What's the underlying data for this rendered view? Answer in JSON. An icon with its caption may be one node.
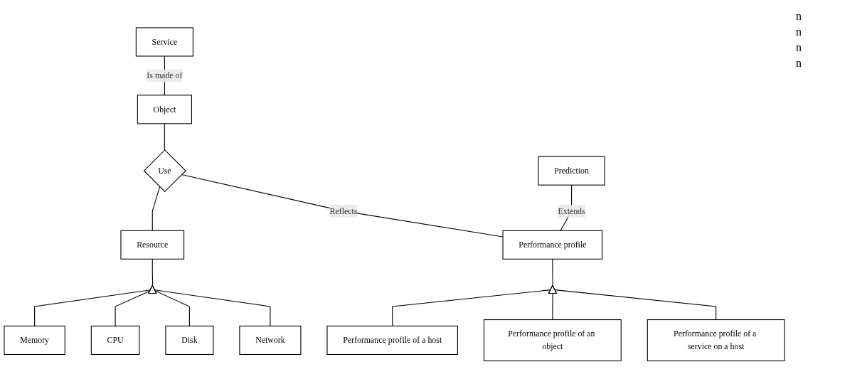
{
  "diagram": {
    "nodes": [
      {
        "text": [
          "Service"
        ]
      },
      {
        "text": [
          "Object"
        ]
      },
      {
        "text": [
          "Use"
        ]
      },
      {
        "text": [
          "Resource"
        ]
      },
      {
        "text": [
          "Prediction"
        ]
      },
      {
        "text": [
          "Performance profile"
        ]
      },
      {
        "text": [
          "Memory"
        ]
      },
      {
        "text": [
          "CPU"
        ]
      },
      {
        "text": [
          "Disk"
        ]
      },
      {
        "text": [
          "Network"
        ]
      },
      {
        "text": [
          "Performance profile of a host"
        ]
      },
      {
        "text": [
          "Performance profile of an object"
        ]
      },
      {
        "text": [
          "Performance profile of a service on a host"
        ]
      },
      {
        "text": [],
        "shape": "triangle"
      },
      {
        "text": [],
        "shape": "triangle"
      }
    ],
    "edges": [
      {
        "from": 0,
        "to": 1,
        "arrow": "none",
        "label": "Is made of"
      },
      {
        "from": 1,
        "to": 2,
        "arrow": "none"
      },
      {
        "from": 2,
        "to": 3,
        "arrow": "none"
      },
      {
        "from": 2,
        "to": 5,
        "arrow": "none",
        "label": "Reflects"
      },
      {
        "from": 4,
        "to": 5,
        "arrow": "none",
        "label": "Extends"
      },
      {
        "from": 3,
        "to": 13,
        "arrow": "none"
      },
      {
        "from": 13,
        "to": 6,
        "arrow": "none"
      },
      {
        "from": 13,
        "to": 7,
        "arrow": "none"
      },
      {
        "from": 13,
        "to": 8,
        "arrow": "none"
      },
      {
        "from": 13,
        "to": 9,
        "arrow": "none"
      },
      {
        "from": 5,
        "to": 14,
        "arrow": "none"
      },
      {
        "from": 14,
        "to": 10,
        "arrow": "none"
      },
      {
        "from": 14,
        "to": 11,
        "arrow": "none"
      },
      {
        "from": 14,
        "to": 12,
        "arrow": "none"
      }
    ],
    "labels": [
      "n",
      "n",
      "n",
      "n"
    ]
  }
}
